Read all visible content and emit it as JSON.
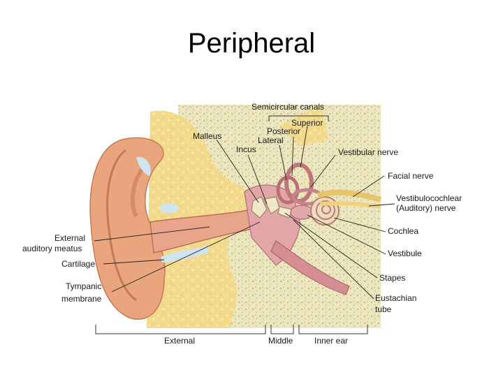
{
  "slide": {
    "title": "Peripheral"
  },
  "labels": {
    "semicircular_canals": "Semicircular canals",
    "superior": "Superior",
    "posterior": "Posterior",
    "lateral": "Lateral",
    "malleus": "Malleus",
    "incus": "Incus",
    "vestibular_nerve": "Vestibular nerve",
    "facial_nerve": "Facial nerve",
    "vestibulocochlear_1": "Vestibulocochlear",
    "vestibulocochlear_2": "(Auditory) nerve",
    "external_auditory_meatus_1": "External",
    "external_auditory_meatus_2": "auditory meatus",
    "cartilage": "Cartilage",
    "tympanic_membrane_1": "Tympanic",
    "tympanic_membrane_2": "membrane",
    "cochlea": "Cochlea",
    "vestibule": "Vestibule",
    "stapes": "Stapes",
    "eustachian_1": "Eustachian",
    "eustachian_2": "tube"
  },
  "sections": {
    "external": "External",
    "middle": "Middle",
    "inner": "Inner ear"
  }
}
